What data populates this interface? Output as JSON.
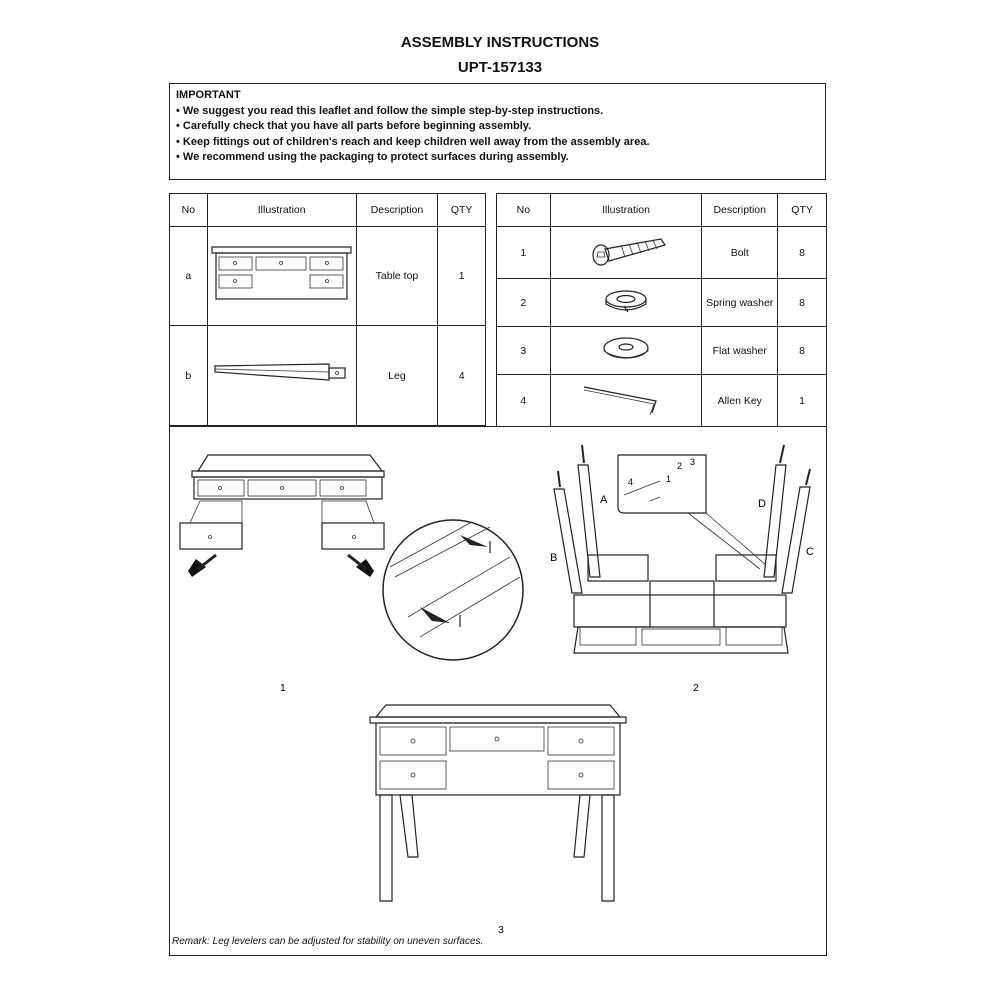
{
  "header": {
    "title": "ASSEMBLY INSTRUCTIONS",
    "model": "UPT-157133"
  },
  "important": {
    "heading": "IMPORTANT",
    "items": [
      "• We suggest you read this leaflet and follow the simple step-by-step instructions.",
      "• Carefully check that you have all parts before beginning assembly.",
      "• Keep fittings out of children's reach and keep children well away from the assembly area.",
      "•  We recommend using the packaging to protect surfaces during assembly."
    ]
  },
  "parts_table": {
    "headers": [
      "No",
      "Illustration",
      "Description",
      "QTY"
    ],
    "rows": [
      {
        "no": "a",
        "description": "Table top",
        "qty": "1",
        "icon": "table-top-icon"
      },
      {
        "no": "b",
        "description": "Leg",
        "qty": "4",
        "icon": "leg-icon"
      }
    ]
  },
  "hardware_table": {
    "headers": [
      "No",
      "Illustration",
      "Description",
      "QTY"
    ],
    "rows": [
      {
        "no": "1",
        "description": "Bolt",
        "qty": "8",
        "icon": "bolt-icon"
      },
      {
        "no": "2",
        "description": "Spring washer",
        "qty": "8",
        "icon": "spring-washer-icon"
      },
      {
        "no": "3",
        "description": "Flat washer",
        "qty": "8",
        "icon": "flat-washer-icon"
      },
      {
        "no": "4",
        "description": "Allen Key",
        "qty": "1",
        "icon": "allen-key-icon"
      }
    ]
  },
  "steps": {
    "step1": "1",
    "step2": "2",
    "step3": "3",
    "leg_labels": [
      "A",
      "B",
      "C",
      "D"
    ],
    "callout_numbers": [
      "1",
      "2",
      "3",
      "4"
    ]
  },
  "remark": "Remark: Leg levelers can be adjusted for stability on uneven surfaces."
}
